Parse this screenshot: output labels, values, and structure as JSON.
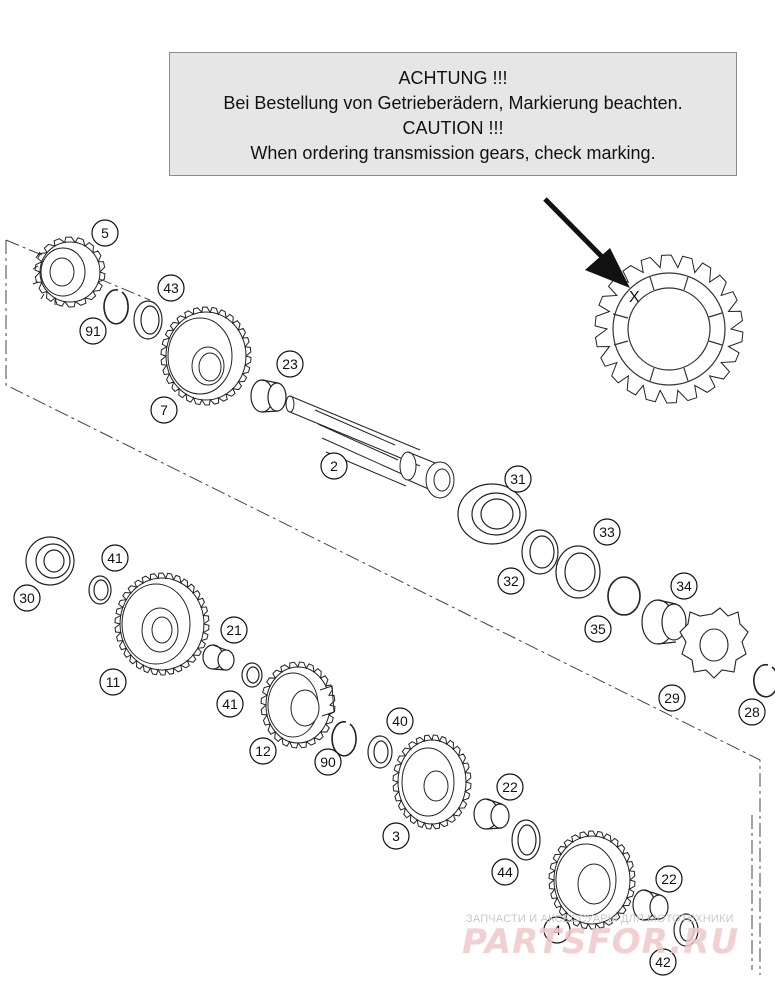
{
  "caution": {
    "line1": "ACHTUNG !!!",
    "line2": "Bei Bestellung von Getrieberädern, Markierung beachten.",
    "line3": "CAUTION !!!",
    "line4": "When ordering transmission gears, check marking."
  },
  "marking_symbol": "X",
  "watermark": {
    "small": "ЗАПЧАСТИ И АКСЕССУАРЫ ДЛЯ МОТОТЕХНИКИ",
    "big": "PARTSFOR.RU"
  },
  "callouts": {
    "c5": "5",
    "c43": "43",
    "c91": "91",
    "c7": "7",
    "c23": "23",
    "c2": "2",
    "c31": "31",
    "c33": "33",
    "c32": "32",
    "c35": "35",
    "c34": "34",
    "c29": "29",
    "c28": "28",
    "c30": "30",
    "c41a": "41",
    "c11": "11",
    "c21": "21",
    "c41b": "41",
    "c12": "12",
    "c40": "40",
    "c90": "90",
    "c22a": "22",
    "c3": "3",
    "c44": "44",
    "c4": "4",
    "c22b": "22",
    "c42": "42"
  },
  "colors": {
    "line": "#222222",
    "panel": "#e6e6e6",
    "watermark_red": "#f2c8c8"
  }
}
